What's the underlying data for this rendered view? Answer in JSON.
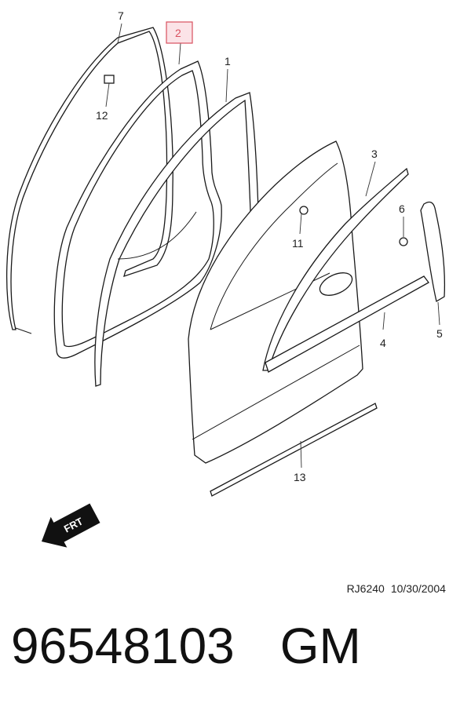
{
  "diagram": {
    "callouts": [
      {
        "id": "1",
        "label": "1"
      },
      {
        "id": "2",
        "label": "2"
      },
      {
        "id": "3",
        "label": "3"
      },
      {
        "id": "4",
        "label": "4"
      },
      {
        "id": "5",
        "label": "5"
      },
      {
        "id": "6",
        "label": "6"
      },
      {
        "id": "7",
        "label": "7"
      },
      {
        "id": "11",
        "label": "11"
      },
      {
        "id": "12",
        "label": "12"
      },
      {
        "id": "13",
        "label": "13"
      }
    ],
    "highlighted_callout": "2",
    "direction_arrow": "FRT",
    "reference_code": "RJ6240",
    "reference_date": "10/30/2004"
  },
  "part": {
    "number": "96548103",
    "brand": "GM"
  },
  "colors": {
    "highlight": "#d9505f",
    "highlight_fill": "#fbe3e7",
    "line": "#1a1a1a"
  }
}
